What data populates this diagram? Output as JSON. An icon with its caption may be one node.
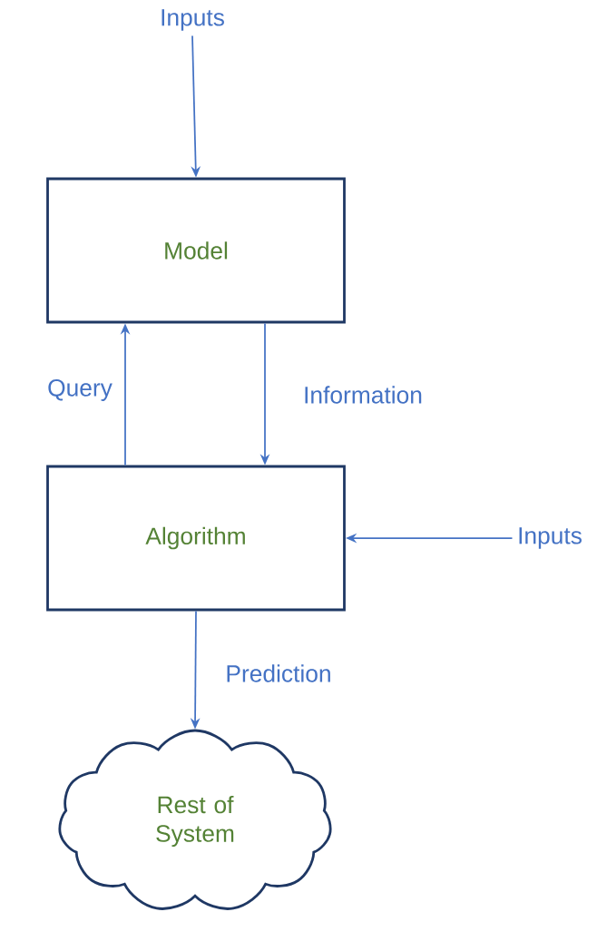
{
  "diagram": {
    "nodes": [
      {
        "text": [
          "Inputs"
        ]
      },
      {
        "text": [
          "Model"
        ]
      },
      {
        "text": [
          "Algorithm"
        ]
      },
      {
        "text": [
          "Inputs"
        ]
      },
      {
        "text": [
          "Rest of System"
        ]
      }
    ],
    "edges": [
      {
        "from": 0,
        "to": 1,
        "arrow": "to"
      },
      {
        "from": 2,
        "to": 1,
        "arrow": "to",
        "label": "Query"
      },
      {
        "from": 1,
        "to": 2,
        "arrow": "to",
        "label": "Information"
      },
      {
        "from": 3,
        "to": 2,
        "arrow": "to"
      },
      {
        "from": 2,
        "to": 4,
        "arrow": "to",
        "label": "Prediction"
      }
    ]
  }
}
